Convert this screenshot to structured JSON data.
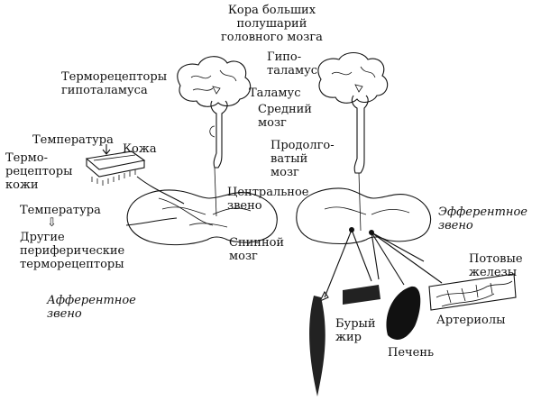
{
  "labels": {
    "cortex": "Кора больших\nполушарий\nголовного мозга",
    "hypothalamus_thermo": "Терморецепторы\nгипоталамуса",
    "hypothalamus": "Гипо-\nталамус",
    "thalamus": "Таламус",
    "midbrain": "Средний\nмозг",
    "medulla": "Продолго-\nватый\nмозг",
    "temperature_top": "Температура",
    "skin": "Кожа",
    "skin_thermo": "Термо-\nрецепторы\nкожи",
    "central_link": "Центральное\nзвено",
    "temperature_bottom": "Температура",
    "down_arrow": "⇩",
    "other_receptors": "Другие\nпериферические\nтерморецепторы",
    "spinal_cord": "Спинной\nмозг",
    "afferent_link": "Афферентное\nзвено",
    "efferent_link": "Эфферентное\nзвено",
    "sweat_glands": "Потовые\nжелезы",
    "brown_fat": "Бурый\nжир",
    "arterioles": "Артериолы",
    "liver": "Печень"
  }
}
